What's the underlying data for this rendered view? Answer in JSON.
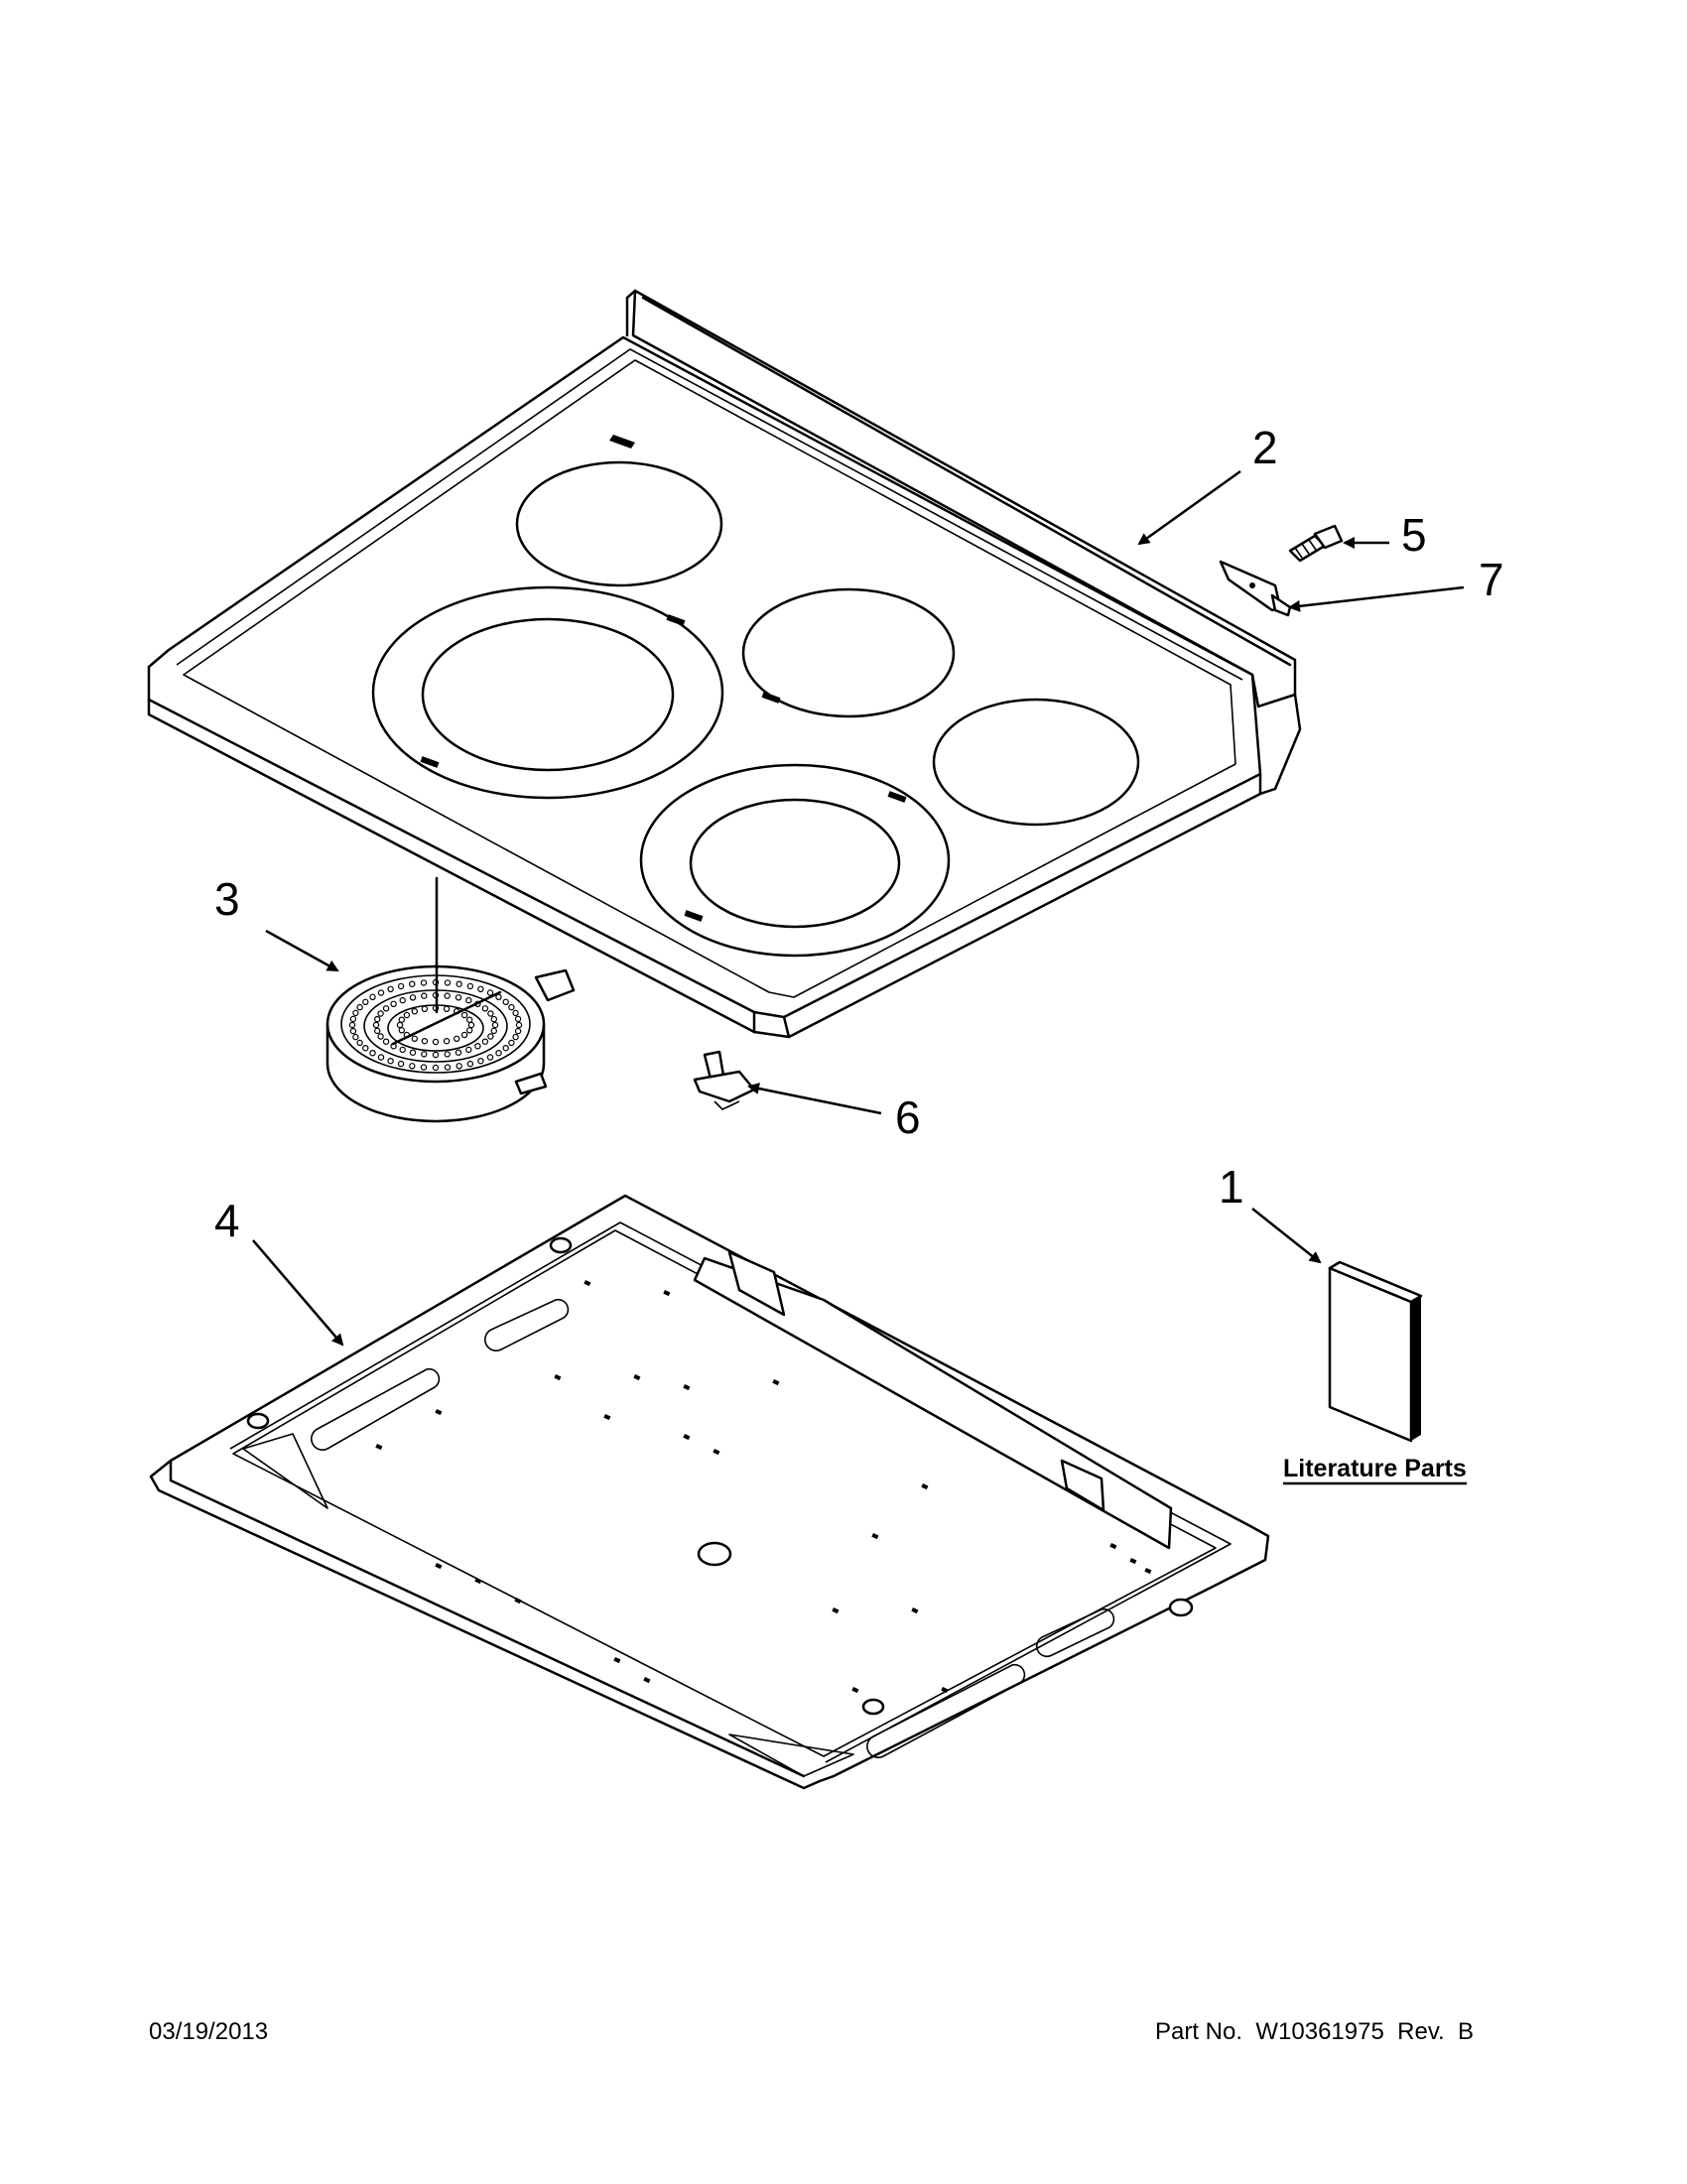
{
  "callouts": {
    "c1": "1",
    "c2": "2",
    "c3": "3",
    "c4": "4",
    "c5": "5",
    "c6": "6",
    "c7": "7"
  },
  "literature_label": "Literature Parts",
  "footer": {
    "date": "03/19/2013",
    "part_number": "Part No.  W10361975  Rev.  B"
  }
}
